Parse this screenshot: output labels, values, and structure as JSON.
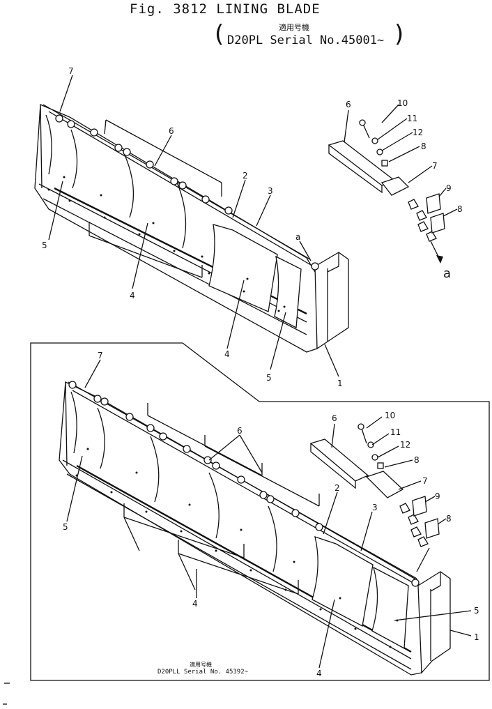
{
  "header": {
    "figure_title": "Fig. 3812  LINING BLADE",
    "applicable_label_jp": "適用号機",
    "paren_open": "(",
    "serial_top": "D20PL  Serial No.45001~",
    "paren_close": ")"
  },
  "footer_note": {
    "applicable_label_jp": "適用号機",
    "serial_bottom": "D20PLL  Serial  No. 45392~"
  },
  "callouts_top": {
    "c1": "1",
    "c2": "2",
    "c3": "3",
    "c4a": "4",
    "c4b": "4",
    "c5a": "5",
    "c5b": "5",
    "c6": "6",
    "c7": "7",
    "c6r": "6",
    "c10": "10",
    "c11": "11",
    "c12": "12",
    "c8a": "8",
    "c7r": "7",
    "c9": "9",
    "c8b": "8",
    "a1": "a",
    "a2": "a"
  },
  "callouts_bottom": {
    "c7": "7",
    "c6": "6",
    "c5a": "5",
    "c4a": "4",
    "c4b": "4",
    "c2": "2",
    "c3": "3",
    "c5b": "5",
    "c1": "1",
    "c6r": "6",
    "c10": "10",
    "c11": "11",
    "c12": "12",
    "c8a": "8",
    "c7r": "7",
    "c9": "9",
    "c8b": "8"
  }
}
